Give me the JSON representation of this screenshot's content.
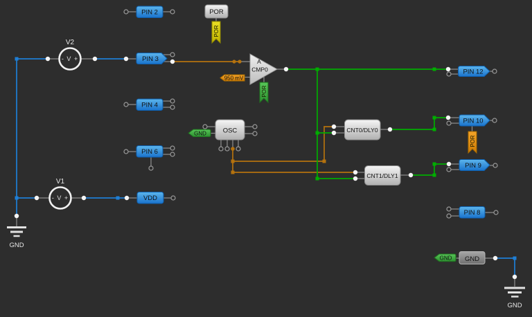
{
  "canvas": {
    "background": "#2d2d2d"
  },
  "colors": {
    "wire_blue": "#1e7fd6",
    "wire_green": "#00ad00",
    "wire_orange": "#b4720e",
    "pin_fill_top": "#58b2ea",
    "pin_fill_bottom": "#1a73cc",
    "block_grey": "#d9d9d9",
    "flag_yellow": "#d8cc10",
    "flag_green": "#3fae3f",
    "flag_orange": "#e8930e"
  },
  "sources": {
    "v2": {
      "label": "V2",
      "symbol": "- V +"
    },
    "v1": {
      "label": "V1",
      "symbol": "- V +"
    }
  },
  "pins": {
    "pin2": {
      "label": "PIN 2"
    },
    "pin3": {
      "label": "PIN 3"
    },
    "pin4": {
      "label": "PIN 4"
    },
    "pin6": {
      "label": "PIN 6"
    },
    "vdd": {
      "label": "VDD"
    },
    "pin12": {
      "label": "PIN 12"
    },
    "pin10": {
      "label": "PIN 10"
    },
    "pin9": {
      "label": "PIN 9"
    },
    "pin8": {
      "label": "PIN 8"
    }
  },
  "blocks": {
    "por": {
      "label": "POR"
    },
    "osc": {
      "label": "OSC"
    },
    "cmp0": {
      "line1": "A",
      "line2": "CMP0"
    },
    "cnt0": {
      "label": "CNT0/DLY0"
    },
    "cnt1": {
      "label": "CNT1/DLY1"
    },
    "gnd": {
      "label": "GND"
    }
  },
  "flags": {
    "por_top": {
      "label": "POR"
    },
    "por_cmp0": {
      "label": "POR"
    },
    "por_pin10": {
      "label": "POR"
    },
    "vref_cmp0": {
      "label": "950 mV"
    },
    "gnd_osc": {
      "label": "GND"
    },
    "gnd_block": {
      "label": "GND"
    }
  },
  "grounds": {
    "left": {
      "label": "GND"
    },
    "right": {
      "label": "GND"
    }
  }
}
